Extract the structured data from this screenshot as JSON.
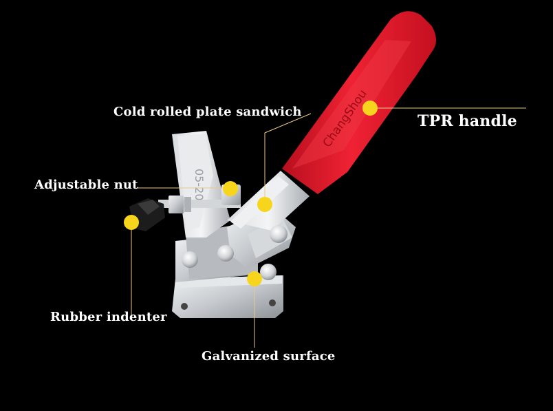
{
  "labels": {
    "cold_rolled": "Cold rolled plate sandwich",
    "adjustable_nut": "Adjustable nut",
    "rubber_indenter": "Rubber indenter",
    "galvanized_surface": "Galvanized surface",
    "tpr_handle": "TPR handle"
  },
  "handle_engraving": "ChangShou",
  "colors": {
    "background": "#000000",
    "handle_red": "#e0192b",
    "marker_yellow": "#f7d51d",
    "leader_line": "#e8c98a",
    "metal": "#c9cdd2",
    "rubber": "#1a1a1a"
  }
}
